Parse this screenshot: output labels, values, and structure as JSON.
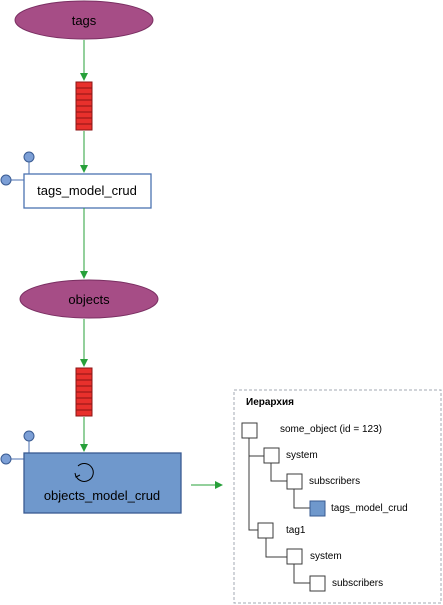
{
  "flow": {
    "tags_topic": "tags",
    "tags_service": "tags_model_crud",
    "objects_topic": "objects",
    "objects_service": "objects_model_crud"
  },
  "hierarchy": {
    "title": "Иерархия",
    "nodes": [
      "some_object (id = 123)",
      "system",
      "subscribers",
      "tags_model_crud",
      "tag1",
      "system",
      "subscribers"
    ]
  },
  "colors": {
    "topic_fill": "#a64d86",
    "queue_fill": "#e8302c",
    "service_fill_active": "#6f98cc",
    "connector_fill": "#7c9fd6",
    "arrow": "#27a03a",
    "box_stroke": "#4c72b0",
    "tree_line": "#3b3b3b",
    "panel_border": "#a3a9b3",
    "selected_node": "#6f98cc"
  },
  "icons": [
    "process-cycle-icon",
    "port-connector-icon"
  ]
}
